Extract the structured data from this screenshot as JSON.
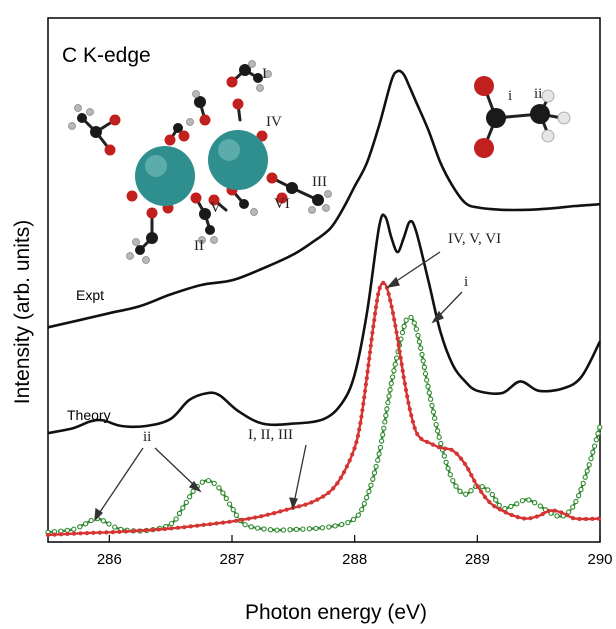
{
  "chart_data": {
    "type": "line",
    "title": "C K-edge",
    "xlabel": "Photon energy (eV)",
    "ylabel": "Intensity (arb. units)",
    "xlim": [
      285.5,
      290.0
    ],
    "ylim": [
      0,
      1
    ],
    "x_ticks": [
      286,
      287,
      288,
      289,
      290
    ],
    "x_tick_labels": [
      "286",
      "287",
      "288",
      "289",
      "290"
    ],
    "grid": false,
    "legend": "none",
    "curve_labels": [
      {
        "text": "Expt",
        "series": "expt"
      },
      {
        "text": "Theory",
        "series": "theory"
      }
    ],
    "annotations": [
      {
        "text": "IV, V, VI",
        "points_to_x": 288.2
      },
      {
        "text": "i",
        "points_to_x": 288.45
      },
      {
        "text": "I, II, III",
        "points_to_x": 287.6
      },
      {
        "text": "ii",
        "points_to_x": [
          285.9,
          286.8
        ]
      }
    ],
    "series": [
      {
        "key": "expt",
        "color": "#111111",
        "marker": "none",
        "x": [
          285.5,
          285.75,
          286.0,
          286.25,
          286.5,
          286.75,
          287.0,
          287.25,
          287.5,
          287.65,
          287.8,
          287.9,
          288.0,
          288.1,
          288.2,
          288.3,
          288.35,
          288.4,
          288.45,
          288.5,
          288.6,
          288.7,
          288.8,
          288.9,
          289.0,
          289.2,
          289.4,
          289.6,
          289.8,
          290.0
        ],
        "y": [
          0.41,
          0.425,
          0.44,
          0.455,
          0.48,
          0.5,
          0.51,
          0.535,
          0.565,
          0.59,
          0.62,
          0.66,
          0.71,
          0.76,
          0.84,
          0.935,
          0.955,
          0.948,
          0.92,
          0.89,
          0.83,
          0.76,
          0.71,
          0.675,
          0.665,
          0.66,
          0.66,
          0.663,
          0.668,
          0.672
        ]
      },
      {
        "key": "theory",
        "color": "#111111",
        "marker": "none",
        "x": [
          285.5,
          285.7,
          285.85,
          285.95,
          286.1,
          286.3,
          286.5,
          286.65,
          286.8,
          286.9,
          287.05,
          287.25,
          287.5,
          287.75,
          287.9,
          288.0,
          288.1,
          288.2,
          288.25,
          288.3,
          288.35,
          288.4,
          288.45,
          288.5,
          288.6,
          288.7,
          288.8,
          288.9,
          289.0,
          289.2,
          289.35,
          289.5,
          289.7,
          289.85,
          290.0
        ],
        "y": [
          0.185,
          0.195,
          0.21,
          0.212,
          0.2,
          0.2,
          0.215,
          0.255,
          0.27,
          0.265,
          0.232,
          0.205,
          0.205,
          0.215,
          0.25,
          0.31,
          0.44,
          0.625,
          0.645,
          0.6,
          0.57,
          0.6,
          0.635,
          0.615,
          0.51,
          0.4,
          0.33,
          0.295,
          0.275,
          0.27,
          0.295,
          0.275,
          0.28,
          0.305,
          0.38
        ]
      },
      {
        "key": "red",
        "color": "#d63333",
        "marker": "dot",
        "x": [
          285.5,
          285.75,
          286.0,
          286.25,
          286.5,
          286.75,
          287.0,
          287.25,
          287.5,
          287.65,
          287.8,
          287.9,
          288.0,
          288.05,
          288.1,
          288.15,
          288.2,
          288.25,
          288.3,
          288.35,
          288.4,
          288.45,
          288.5,
          288.55,
          288.6,
          288.7,
          288.8,
          288.9,
          289.0,
          289.1,
          289.2,
          289.3,
          289.4,
          289.5,
          289.6,
          289.7,
          289.8,
          290.0
        ],
        "y": [
          0.0,
          0.003,
          0.005,
          0.008,
          0.012,
          0.018,
          0.025,
          0.035,
          0.05,
          0.06,
          0.08,
          0.11,
          0.16,
          0.21,
          0.29,
          0.38,
          0.45,
          0.46,
          0.42,
          0.36,
          0.29,
          0.23,
          0.19,
          0.175,
          0.17,
          0.16,
          0.155,
          0.13,
          0.09,
          0.06,
          0.045,
          0.035,
          0.03,
          0.035,
          0.045,
          0.04,
          0.03,
          0.03
        ]
      },
      {
        "key": "green",
        "color": "#2f8a2f",
        "marker": "open-circle",
        "x": [
          285.5,
          285.7,
          285.8,
          285.9,
          286.0,
          286.1,
          286.3,
          286.5,
          286.6,
          286.7,
          286.8,
          286.9,
          287.0,
          287.1,
          287.3,
          287.5,
          287.8,
          288.0,
          288.1,
          288.2,
          288.3,
          288.4,
          288.45,
          288.5,
          288.55,
          288.6,
          288.7,
          288.8,
          288.9,
          289.0,
          289.1,
          289.2,
          289.3,
          289.4,
          289.5,
          289.6,
          289.7,
          289.8,
          289.9,
          290.0
        ],
        "y": [
          0.005,
          0.01,
          0.02,
          0.03,
          0.02,
          0.01,
          0.008,
          0.02,
          0.05,
          0.085,
          0.1,
          0.085,
          0.05,
          0.02,
          0.01,
          0.01,
          0.015,
          0.03,
          0.07,
          0.15,
          0.28,
          0.38,
          0.4,
          0.38,
          0.33,
          0.27,
          0.17,
          0.1,
          0.075,
          0.09,
          0.08,
          0.05,
          0.055,
          0.065,
          0.055,
          0.04,
          0.035,
          0.06,
          0.12,
          0.2
        ]
      }
    ]
  }
}
